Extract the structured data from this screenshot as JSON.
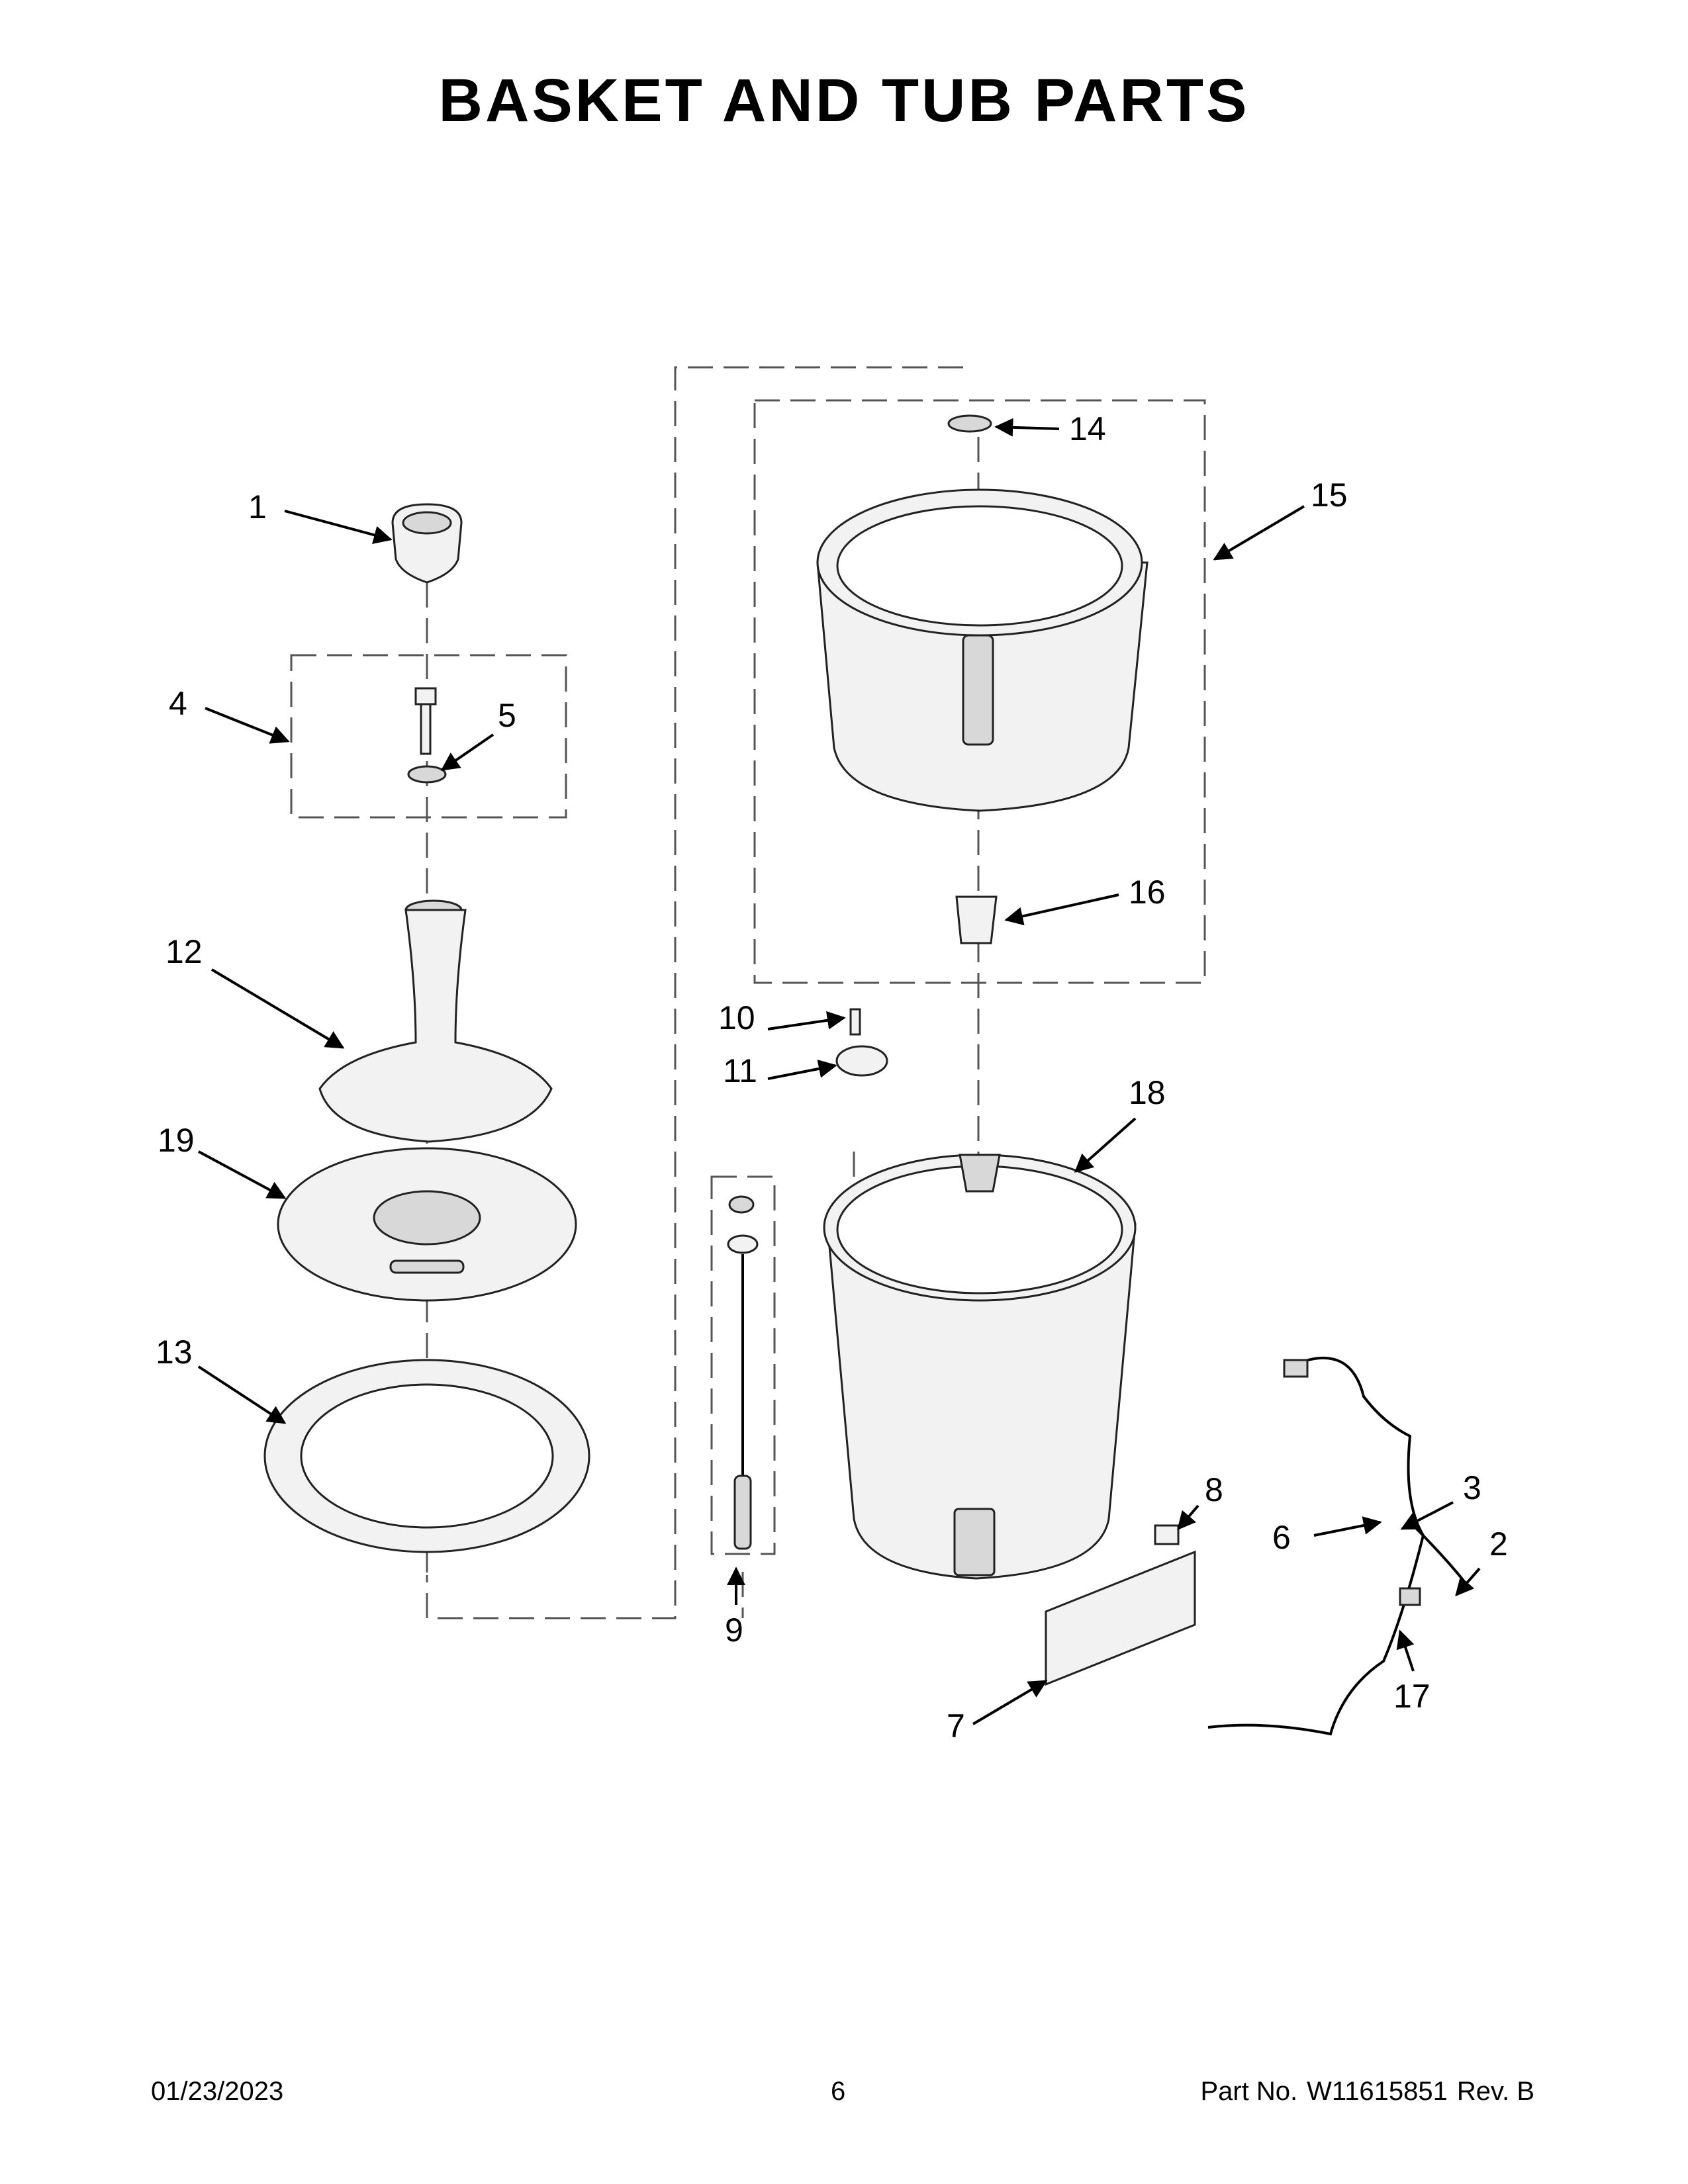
{
  "page": {
    "title": "BASKET AND TUB PARTS"
  },
  "callouts": [
    "1",
    "2",
    "3",
    "4",
    "5",
    "6",
    "7",
    "8",
    "9",
    "10",
    "11",
    "12",
    "13",
    "14",
    "15",
    "16",
    "17",
    "18",
    "19"
  ],
  "footer": {
    "date": "01/23/2023",
    "page_number": "6",
    "part_label": "Part No.",
    "part_number": "W11615851",
    "revision": "Rev. B"
  }
}
